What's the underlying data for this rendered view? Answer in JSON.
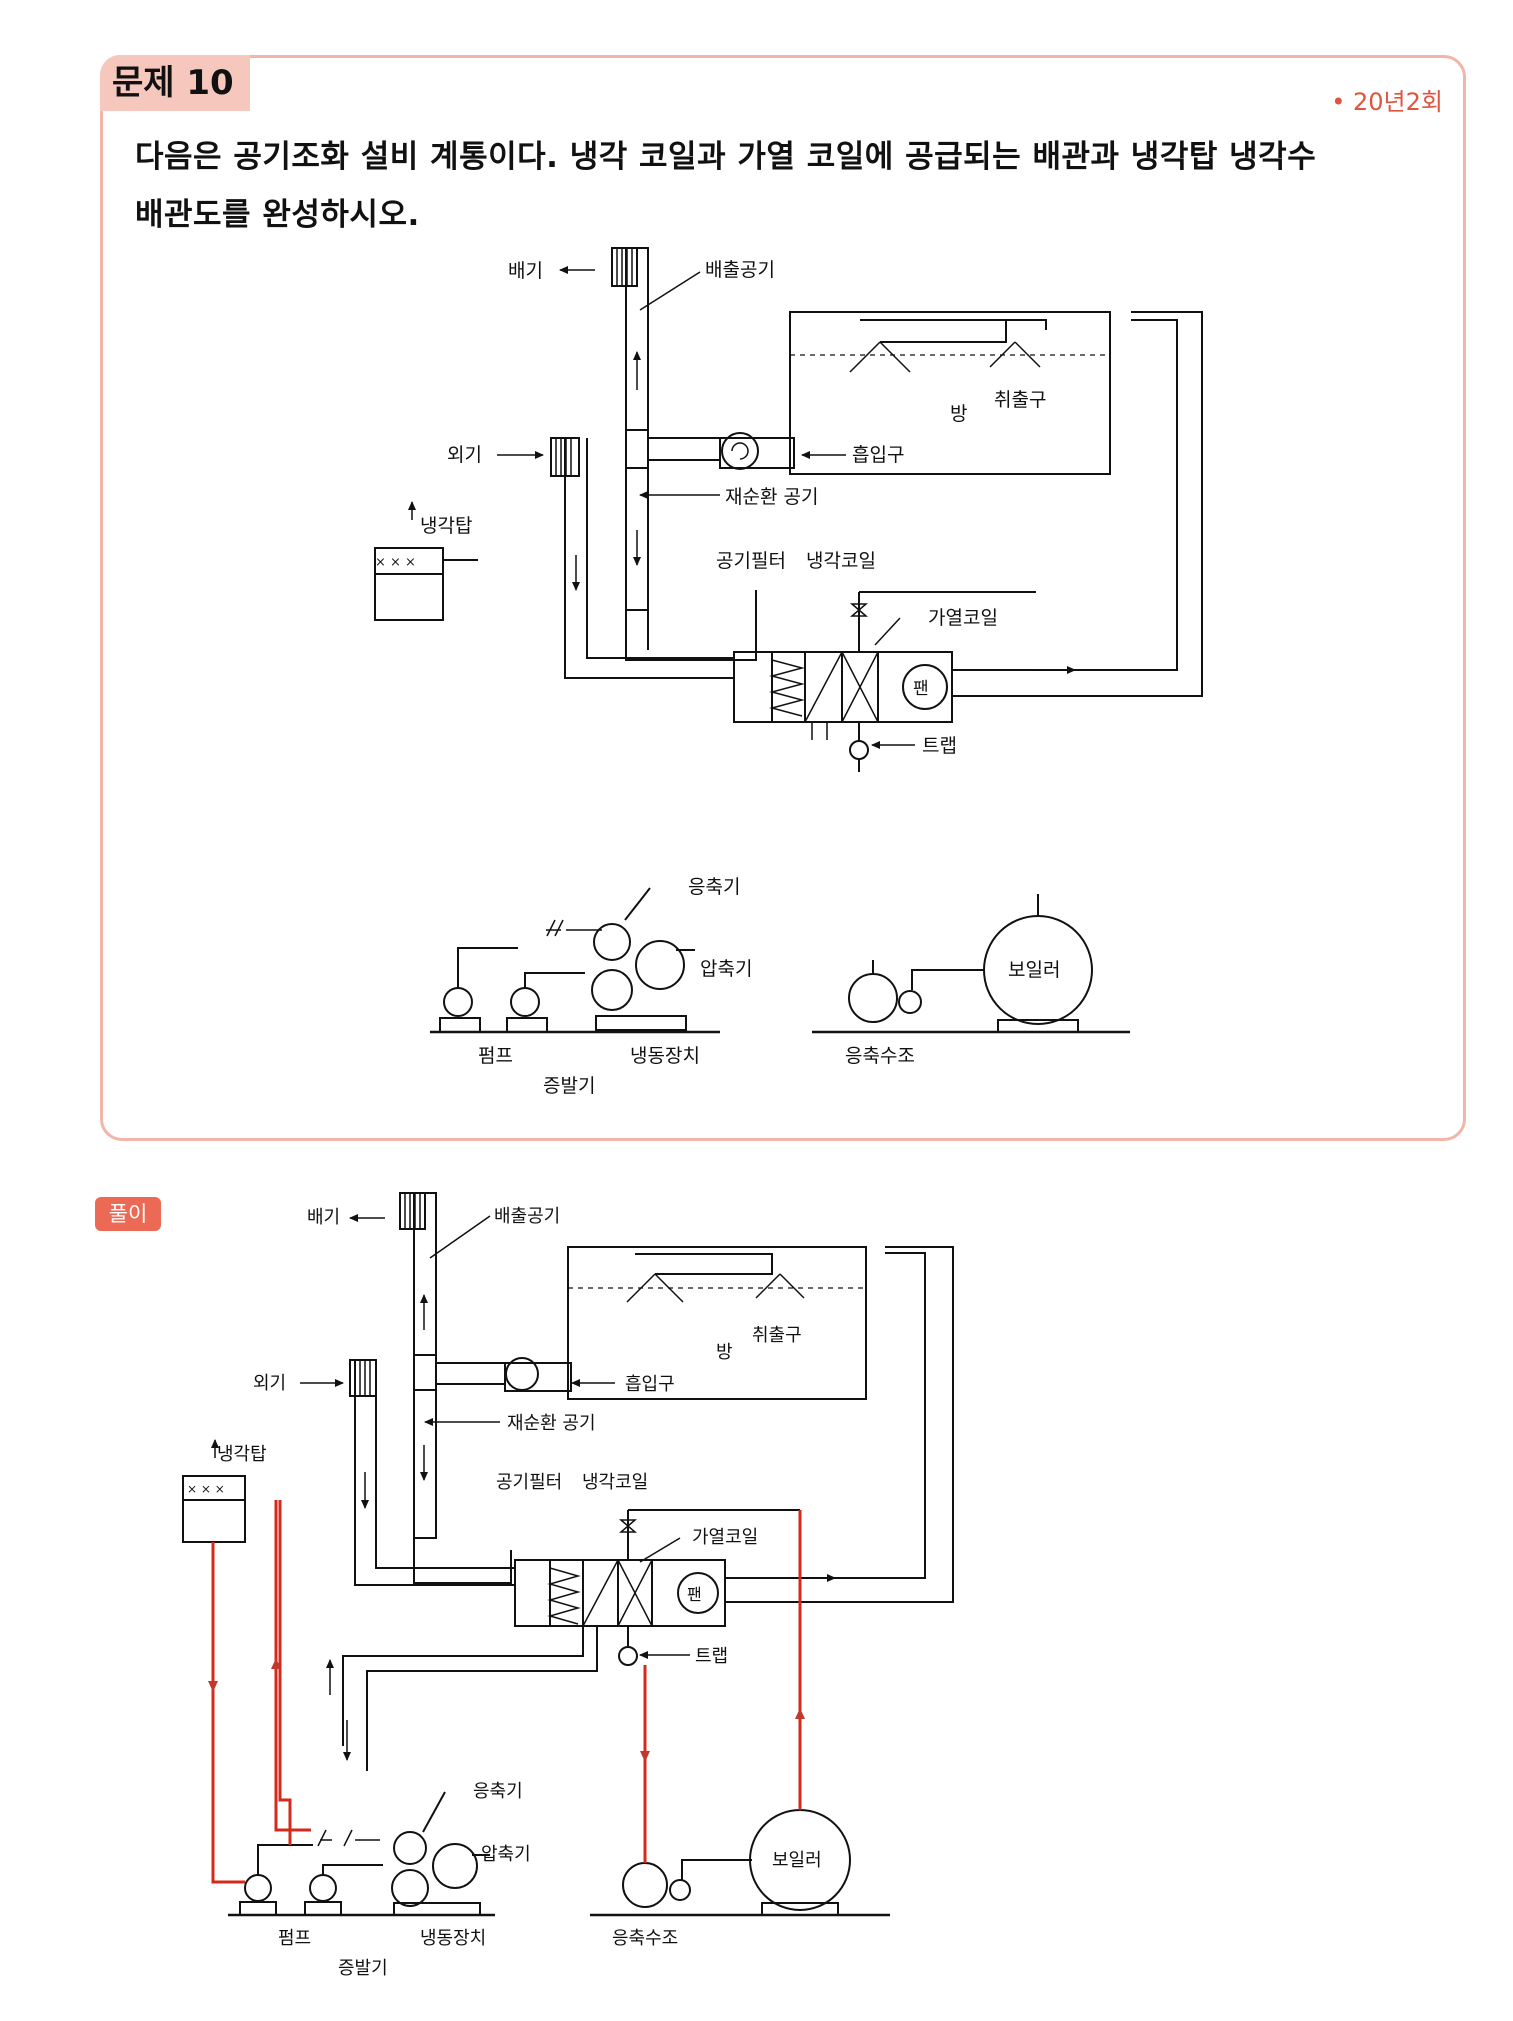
{
  "problem": {
    "tag": "문제 10",
    "exam": "• 20년2회",
    "line1": "다음은 공기조화 설비 계통이다. 냉각 코일과 가열 코일에 공급되는 배관과 냉각탑 냉각수",
    "line2": "배관도를 완성하시오."
  },
  "solution": {
    "tag": "풀이"
  },
  "labels": {
    "exhaust": "배기",
    "exhaust_air": "배출공기",
    "outside_air": "외기",
    "room": "방",
    "diffuser": "취출구",
    "intake": "흡입구",
    "return_air": "재순환 공기",
    "cooling_tower": "냉각탑",
    "air_filter": "공기필터",
    "cooling_coil": "냉각코일",
    "heating_coil": "가열코일",
    "fan": "팬",
    "trap": "트랩",
    "condenser": "응축기",
    "compressor": "압축기",
    "pump": "펌프",
    "refrigerator": "냉동장치",
    "evaporator": "증발기",
    "boiler": "보일러",
    "condensate_tank": "응축수조"
  },
  "colors": {
    "accent": "#e0543f",
    "pipe_solution": "#d42a1e",
    "line": "#111111"
  }
}
